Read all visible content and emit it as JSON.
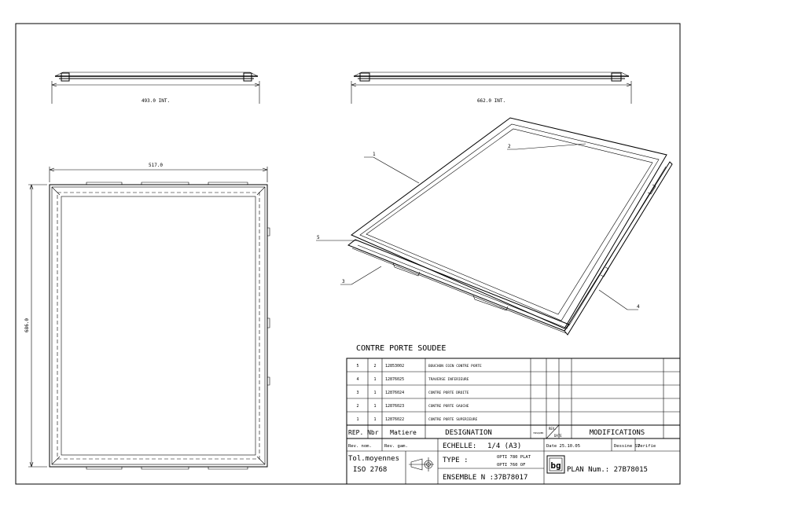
{
  "title": "CONTRE PORTE SOUDEE",
  "dimensions": {
    "top_left_width": "493.0 INT.",
    "top_right_width": "662.0 INT.",
    "front_width": "517.0",
    "front_height": "686.0"
  },
  "callouts": [
    "1",
    "2",
    "3",
    "4",
    "5"
  ],
  "parts_list": [
    {
      "rep": "5",
      "nbr": "2",
      "matiere": "12853002",
      "designation": "BOUCHON COIN CONTRE PORTE"
    },
    {
      "rep": "4",
      "nbr": "1",
      "matiere": "12876025",
      "designation": "TRAVERSE INFERIEURE"
    },
    {
      "rep": "3",
      "nbr": "1",
      "matiere": "12876024",
      "designation": "CONTRE PORTE DROITE"
    },
    {
      "rep": "2",
      "nbr": "1",
      "matiere": "12876023",
      "designation": "CONTRE PORTE GAUCHE"
    },
    {
      "rep": "1",
      "nbr": "1",
      "matiere": "12876022",
      "designation": "CONTRE PORTE SUPERIEURE"
    }
  ],
  "headers": {
    "rep_nbr": "REP. Nbr",
    "matiere": "Matiere",
    "designation": "DESIGNATION",
    "tiny": "MASQUER",
    "rev": "REV.",
    "date": "DATE",
    "modifications": "MODIFICATIONS"
  },
  "title_block": {
    "rev_nom": "Rev. nom.",
    "rev_gam": "Rev. gam.",
    "echelle_label": "ECHELLE:",
    "echelle_value": "1/4 (A3)",
    "date": "Date 25.10.05",
    "dessine": "Dessine SJ",
    "verifie": "Verifie",
    "tol_line1": "Tol.moyennes",
    "tol_line2": "ISO 2768",
    "type_label": "TYPE :",
    "type_line1": "OPTI 780 PLAT",
    "type_line2": "OPTI 760 OF",
    "ensemble": "ENSEMBLE N :37B78017",
    "logo": "bg",
    "plan_num": "PLAN Num.: 27B78015"
  }
}
